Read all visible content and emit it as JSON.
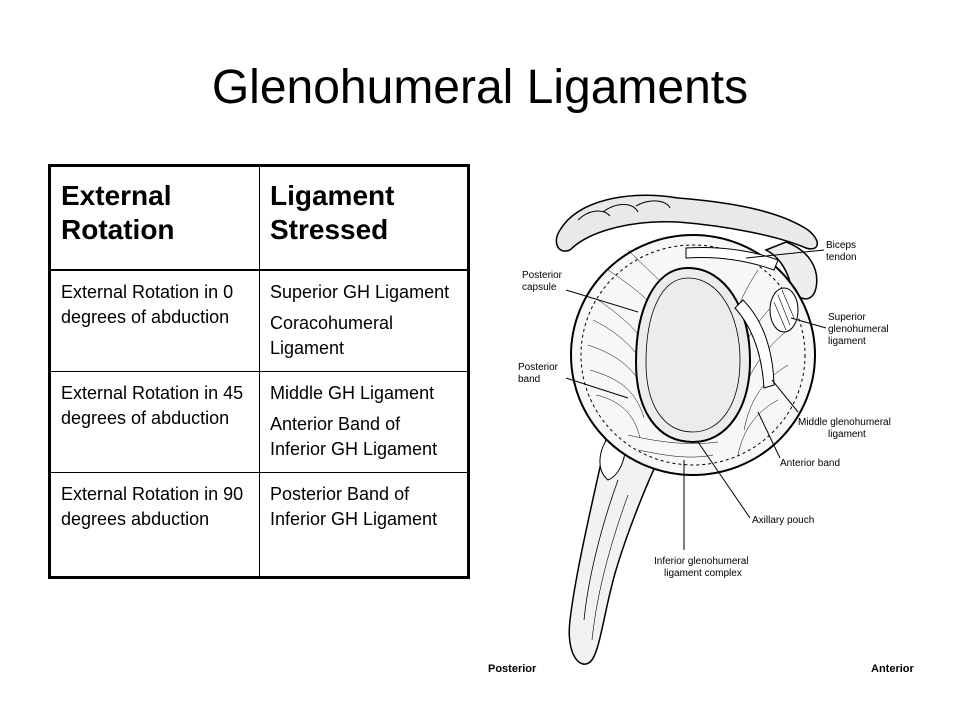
{
  "title": "Glenohumeral Ligaments",
  "table": {
    "headers": [
      "External Rotation",
      "Ligament Stressed"
    ],
    "rows": [
      {
        "motion": "External Rotation in 0 degrees of abduction",
        "ligaments": [
          "Superior GH Ligament",
          "Coracohumeral Ligament"
        ]
      },
      {
        "motion": "External Rotation in 45 degrees of abduction",
        "ligaments": [
          "Middle GH Ligament",
          "Anterior Band of Inferior GH Ligament"
        ]
      },
      {
        "motion": "External Rotation in 90 degrees abduction",
        "ligaments": [
          "Posterior Band of Inferior GH Ligament"
        ]
      }
    ]
  },
  "figure": {
    "labels": {
      "biceps_l1": "Biceps",
      "biceps_l2": "tendon",
      "post_capsule_l1": "Posterior",
      "post_capsule_l2": "capsule",
      "sup_gh_l1": "Superior",
      "sup_gh_l2": "glenohumeral",
      "sup_gh_l3": "ligament",
      "post_band_l1": "Posterior",
      "post_band_l2": "band",
      "mid_gh_l1": "Middle glenohumeral",
      "mid_gh_l2": "ligament",
      "ant_band": "Anterior band",
      "axillary": "Axillary pouch",
      "igh_l1": "Inferior glenohumeral",
      "igh_l2": "ligament complex",
      "posterior": "Posterior",
      "anterior": "Anterior"
    }
  }
}
